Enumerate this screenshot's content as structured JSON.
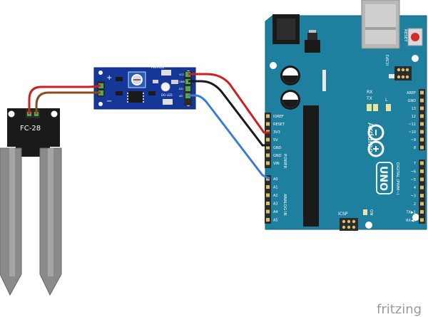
{
  "sensor_probe": {
    "label": "FC-28"
  },
  "module": {
    "pin_labels": [
      "+",
      "−"
    ],
    "out_labels": [
      "VCC",
      "GND",
      "DO",
      "AO"
    ],
    "led_labels": [
      "PWR-LED",
      "DO-LED"
    ]
  },
  "arduino": {
    "brand": "Arduino",
    "model": "UNO",
    "reset_label": "RESET",
    "icsp2_label": "ICSP2",
    "icsp_label": "ICSP",
    "on_label": "ON",
    "tx_label": "TX",
    "rx_label": "RX",
    "l_label": "L",
    "power_header_label": "POWER",
    "analog_header_label": "ANALOG IN",
    "digital_header_label": "DIGITAL (PWM~)",
    "power_pins": [
      "IOREF",
      "RESET",
      "3V3",
      "5V",
      "GND",
      "GND",
      "VIN"
    ],
    "analog_pins": [
      "A0",
      "A1",
      "A2",
      "A3",
      "A4",
      "A5"
    ],
    "digital_top_pins": [
      "AREF",
      "GND",
      "13",
      "12",
      "~11",
      "~10",
      "~9",
      "8"
    ],
    "digital_bottom_pins": [
      "7",
      "~6",
      "~5",
      "4",
      "~3",
      "2",
      "TX▶1",
      "RX◀0"
    ]
  },
  "wires": [
    {
      "name": "vcc-wire",
      "color": "#cc1f1f"
    },
    {
      "name": "gnd-wire",
      "color": "#1a1a1a"
    },
    {
      "name": "ao-wire",
      "color": "#3a7bd5"
    },
    {
      "name": "probe-brown-wire",
      "color": "#8a4a1c"
    }
  ],
  "colors": {
    "board": "#1f7f9e",
    "module_pcb": "#16379a",
    "probe": "#808080",
    "header": "#2b2b2b"
  },
  "watermark": "fritzing"
}
